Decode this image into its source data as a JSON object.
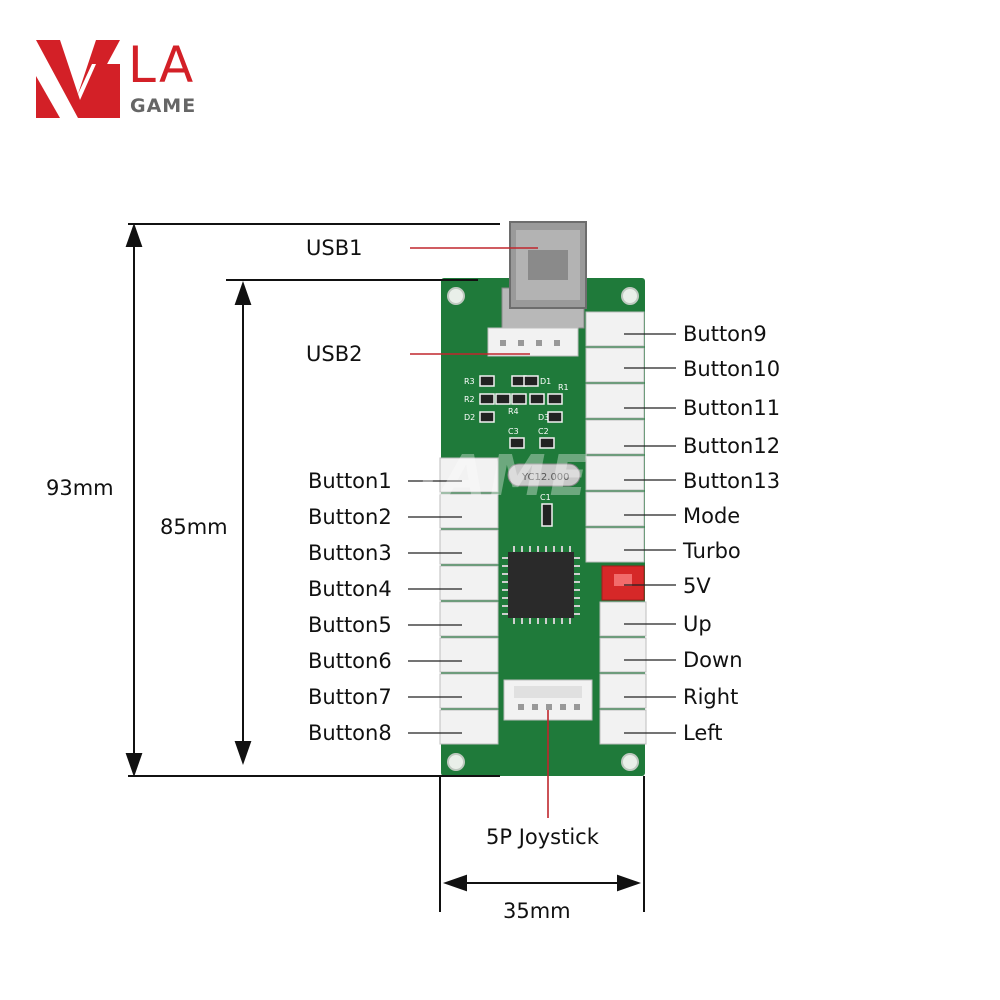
{
  "brand": {
    "logo_letters": "LA",
    "logo_word": "GAME",
    "accent_color": "#d32027",
    "watermark": "LA GAME"
  },
  "board": {
    "pcb_color": "#1f7a3a",
    "connector_color": "#f2f2f2",
    "highlight_connector_color": "#d62828",
    "crystal_marking": "YC12.000",
    "silkscreen": [
      "R3",
      "R2",
      "D2",
      "D1",
      "R1",
      "R4",
      "D3",
      "C3",
      "C2",
      "C1"
    ]
  },
  "labels": {
    "usb1": "USB1",
    "usb2": "USB2",
    "left_connectors": [
      "Button1",
      "Button2",
      "Button3",
      "Button4",
      "Button5",
      "Button6",
      "Button7",
      "Button8"
    ],
    "right_connectors": [
      "Button9",
      "Button10",
      "Button11",
      "Button12",
      "Button13",
      "Mode",
      "Turbo",
      "5V",
      "Up",
      "Down",
      "Right",
      "Left"
    ],
    "joystick": "5P Joystick"
  },
  "dimensions": {
    "outer_height": "93mm",
    "inner_height": "85mm",
    "width": "35mm"
  }
}
